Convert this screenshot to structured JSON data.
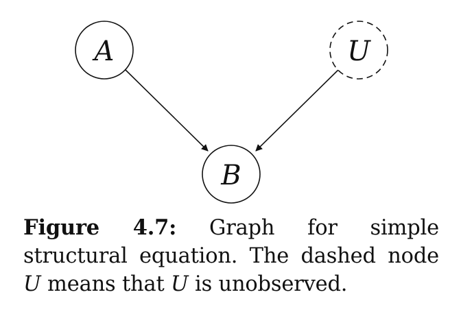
{
  "nodes": [
    {
      "id": "A",
      "label": "A",
      "style": "solid"
    },
    {
      "id": "U",
      "label": "U",
      "style": "dashed"
    },
    {
      "id": "B",
      "label": "B",
      "style": "solid"
    }
  ],
  "edges": [
    {
      "from": "A",
      "to": "B"
    },
    {
      "from": "U",
      "to": "B"
    }
  ],
  "caption": {
    "label": "Figure 4.7:",
    "text_1": " Graph for simple structural equation. The dashed node ",
    "var_1": "U",
    "text_2": " means that ",
    "var_2": "U",
    "text_3": " is unobserved."
  }
}
